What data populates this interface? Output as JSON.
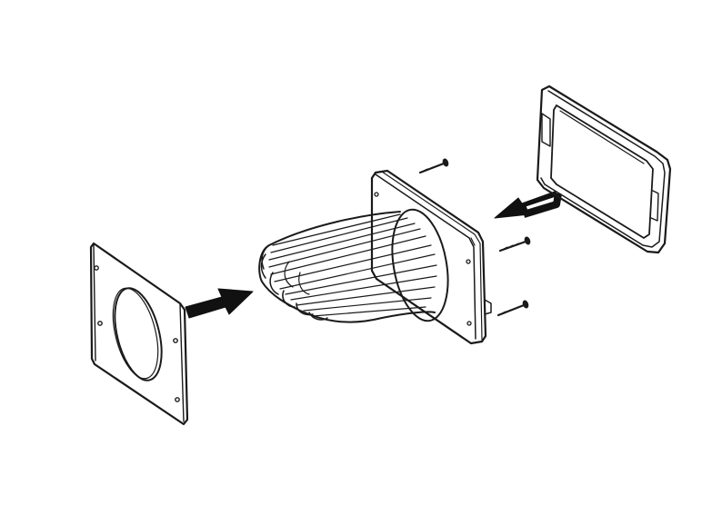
{
  "figure": {
    "type": "exploded-assembly-diagram",
    "colors": {
      "background": "#ffffff",
      "stroke": "#1a1a1a",
      "arrow_fill": "#111111"
    },
    "parts": [
      {
        "name": "flange-plate-with-round-opening",
        "icon": "flange-plate-icon"
      },
      {
        "name": "ribbed-cylinder-housing",
        "icon": "ribbed-cylinder-icon"
      },
      {
        "name": "mounting-base-plate",
        "icon": "mounting-plate-icon"
      },
      {
        "name": "rectangular-bezel-frame",
        "icon": "bezel-frame-icon"
      },
      {
        "name": "mounting-screw",
        "icon": "screw-icon",
        "count": 3
      }
    ],
    "arrows": [
      {
        "name": "assembly-arrow-left",
        "direction": "right"
      },
      {
        "name": "assembly-arrow-right",
        "direction": "left"
      }
    ]
  }
}
